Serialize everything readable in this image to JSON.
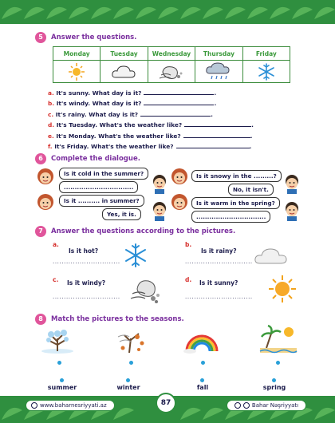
{
  "footer": {
    "website": "www.baharnesriyyati.az",
    "publisher": "Bahar Nəşriyyatı",
    "page_number": "87"
  },
  "section5": {
    "number": "5",
    "title": "Answer the questions.",
    "days": [
      "Monday",
      "Tuesday",
      "Wednesday",
      "Thursday",
      "Friday"
    ],
    "weather_icons": [
      "sun-icon",
      "cloud-icon",
      "wind-icon",
      "rain-cloud-icon",
      "snowflake-icon"
    ],
    "questions": [
      {
        "letter": "a.",
        "text": "It's sunny. What day is it?",
        "end": "."
      },
      {
        "letter": "b.",
        "text": "It's windy. What day is it?",
        "end": "."
      },
      {
        "letter": "c.",
        "text": "It's rainy. What day is it?",
        "end": "."
      },
      {
        "letter": "d.",
        "text": "It's Tuesday. What's the weather like?",
        "end": "."
      },
      {
        "letter": "e.",
        "text": "It's Monday. What's the weather like?",
        "end": "."
      },
      {
        "letter": "f.",
        "text": "It's Friday. What's the weather like?",
        "end": "."
      }
    ]
  },
  "section6": {
    "number": "6",
    "title": "Complete the dialogue.",
    "bubbles": {
      "l1": "Is it cold in the summer?",
      "l2": "................................",
      "l3": "Is it .......... in summer?",
      "l4": "Yes, it is.",
      "r1": "Is it snowy in the .........?",
      "r2": "No, it isn't.",
      "r3": "Is it warm in the spring?",
      "r4": "................................"
    }
  },
  "section7": {
    "number": "7",
    "title": "Answer the questions according to the pictures.",
    "items": [
      {
        "letter": "a.",
        "question": "Is it hot?",
        "answer": "..............................",
        "icon": "snowflake-icon"
      },
      {
        "letter": "b.",
        "question": "Is it rainy?",
        "answer": "..............................",
        "icon": "cloud-icon"
      },
      {
        "letter": "c.",
        "question": "Is it windy?",
        "answer": "..............................",
        "icon": "wind-icon"
      },
      {
        "letter": "d.",
        "question": "Is it sunny?",
        "answer": "..............................",
        "icon": "sun-icon"
      }
    ]
  },
  "section8": {
    "number": "8",
    "title": "Match the pictures to the seasons.",
    "pictures": [
      "winter-tree-icon",
      "autumn-wind-icon",
      "rainbow-icon",
      "summer-beach-icon"
    ],
    "seasons": [
      "summer",
      "winter",
      "fall",
      "spring"
    ]
  },
  "colors": {
    "band_green": "#2f8f3f",
    "section_badge": "#e0559b",
    "title_purple": "#7a2f9e",
    "letter_red": "#d6302d",
    "day_green": "#3c9a3c",
    "dot_blue": "#29a0d8"
  }
}
